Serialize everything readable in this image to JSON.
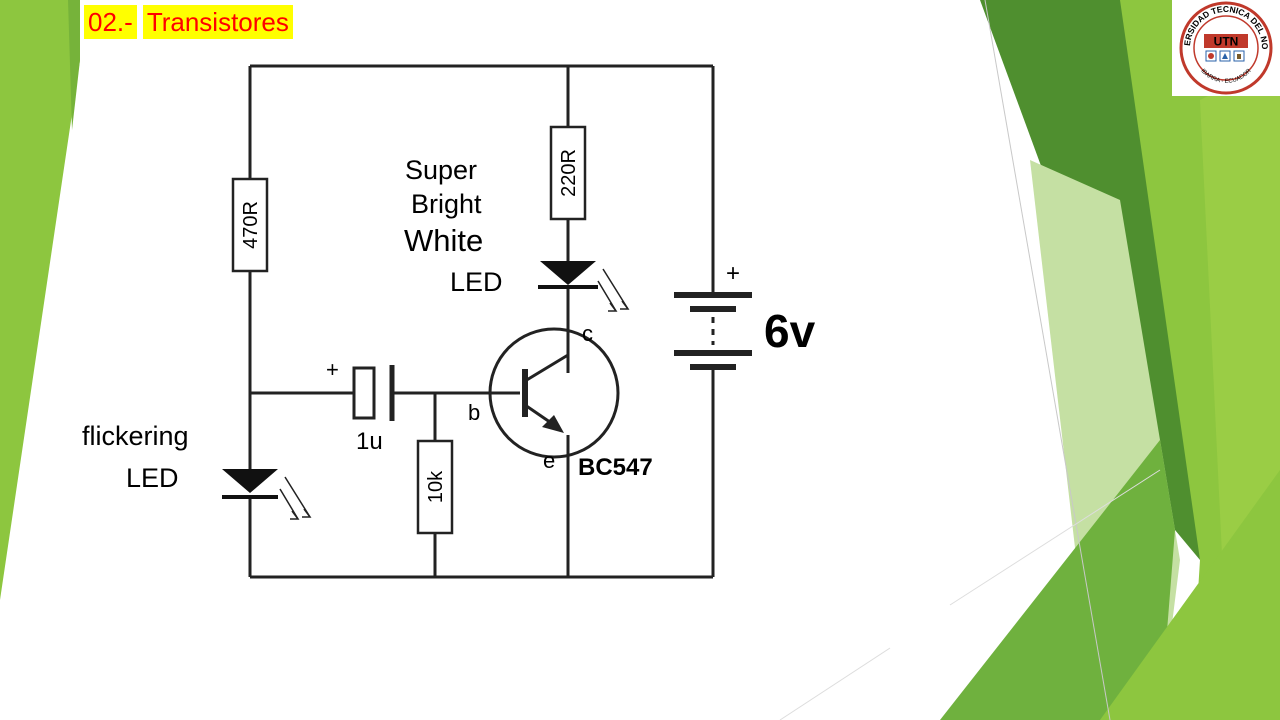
{
  "slide": {
    "title_number": "02.-",
    "title_text": "Transistores",
    "colors": {
      "title_text": "#ff0000",
      "title_highlight": "#ffff00",
      "accent_green": "#8dc63f",
      "dark_green": "#4f8f2f"
    }
  },
  "logo": {
    "icon": "university-seal-icon",
    "ring_text": "UNIVERSIDAD TECNICA DEL NORTE",
    "bottom_text": "IBARRA - ECUADOR",
    "initials": "UTN"
  },
  "circuit": {
    "r1": "470R",
    "r2": "220R",
    "r3": "10k",
    "cap": "1u",
    "cap_plus": "+",
    "battery_plus": "+",
    "battery": "6v",
    "transistor": "BC547",
    "pin_c": "c",
    "pin_b": "b",
    "pin_e": "e",
    "led1_line1": "Super",
    "led1_line2": "Bright",
    "led1_line3": "White",
    "led1_line4": "LED",
    "led2_line1": "flickering",
    "led2_line2": "LED"
  }
}
